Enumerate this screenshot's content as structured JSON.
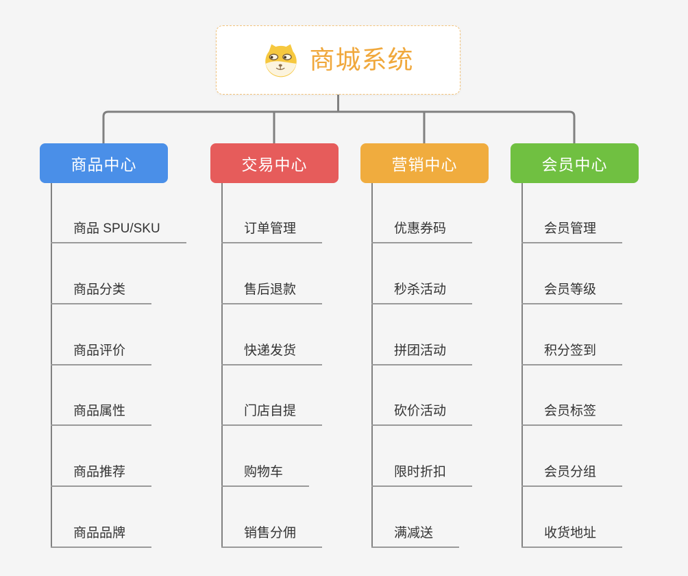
{
  "root": {
    "title": "商城系统",
    "icon": "doge-icon"
  },
  "branches": [
    {
      "label": "商品中心",
      "color": "#4A8FE8",
      "items": [
        "商品 SPU/SKU",
        "商品分类",
        "商品评价",
        "商品属性",
        "商品推荐",
        "商品品牌"
      ]
    },
    {
      "label": "交易中心",
      "color": "#E65C5B",
      "items": [
        "订单管理",
        "售后退款",
        "快递发货",
        "门店自提",
        "购物车",
        "销售分佣"
      ]
    },
    {
      "label": "营销中心",
      "color": "#F0AC3E",
      "items": [
        "优惠券码",
        "秒杀活动",
        "拼团活动",
        "砍价活动",
        "限时折扣",
        "满减送"
      ]
    },
    {
      "label": "会员中心",
      "color": "#70C041",
      "items": [
        "会员管理",
        "会员等级",
        "积分签到",
        "会员标签",
        "会员分组",
        "收货地址"
      ]
    }
  ],
  "theme": {
    "background": "#F5F5F5",
    "connector_color": "#808080",
    "underline_color": "#999999",
    "leaf_text_color": "#333333",
    "root_title_color": "#F0A83C",
    "root_border_color": "#F2C178",
    "root_background": "#FFFFFF",
    "branch_text_color": "#FFFFFF"
  }
}
